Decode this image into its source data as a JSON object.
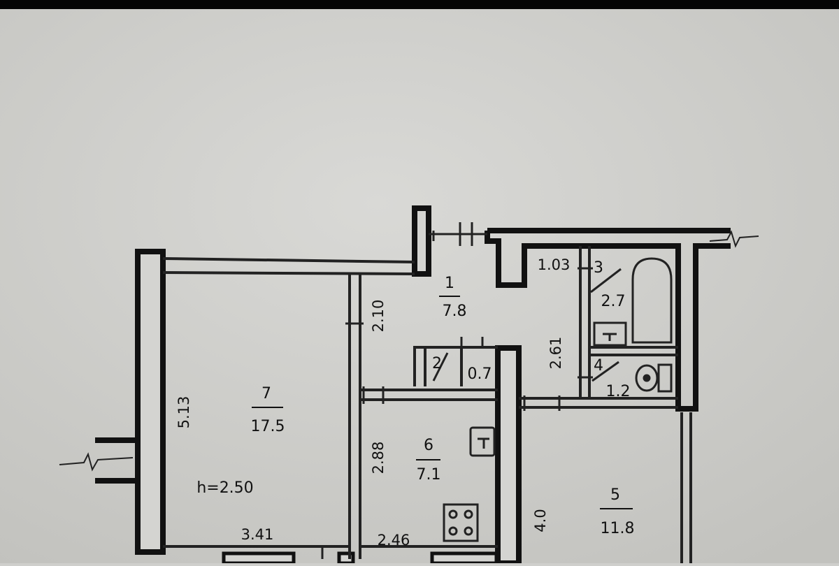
{
  "plan": {
    "height_label": "h=2.50",
    "rooms": [
      {
        "id": "1",
        "area": "7.8"
      },
      {
        "id": "2",
        "area": "0.7"
      },
      {
        "id": "3",
        "area": "2.7"
      },
      {
        "id": "4",
        "area": "1.2"
      },
      {
        "id": "5",
        "area": "11.8"
      },
      {
        "id": "6",
        "area": "7.1"
      },
      {
        "id": "7",
        "area": "17.5"
      }
    ],
    "dimensions": {
      "d_2_10": "2.10",
      "d_1_03": "1.03",
      "d_2_61": "2.61",
      "d_5_13": "5.13",
      "d_2_88": "2.88",
      "d_4_0": "4.0",
      "d_3_41": "3.41",
      "d_2_46": "2.46"
    }
  }
}
